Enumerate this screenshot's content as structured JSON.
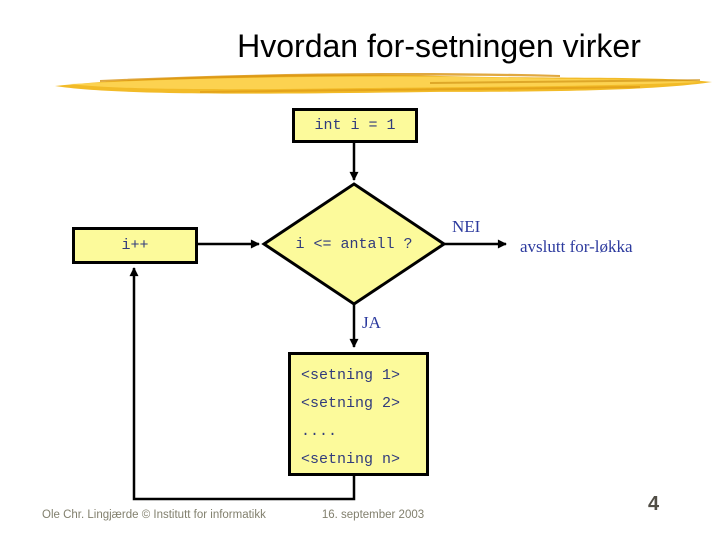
{
  "slide": {
    "title": "Hvordan for-setningen virker",
    "page_number": "4",
    "footer": {
      "author": "Ole Chr. Lingjærde © Institutt for informatikk",
      "date": "16. september 2003"
    }
  },
  "flowchart": {
    "init_box": "int i = 1",
    "condition": "i <= antall ?",
    "increment": "i++",
    "branch_no": {
      "label": "NEI",
      "result": "avslutt for-løkka"
    },
    "branch_yes": {
      "label": "JA"
    },
    "body_lines": [
      "<setning 1>",
      "<setning 2>",
      "....",
      "<setning n>"
    ]
  },
  "colors": {
    "node_fill": "#FCFA9B",
    "node_border": "#000000",
    "code_text": "#313B7C",
    "branch_text": "#2C3A9E",
    "footer_text": "#82806E",
    "brush_main": "#F2BB28",
    "brush_light": "#FFD95E",
    "brush_dark": "#D89210"
  }
}
